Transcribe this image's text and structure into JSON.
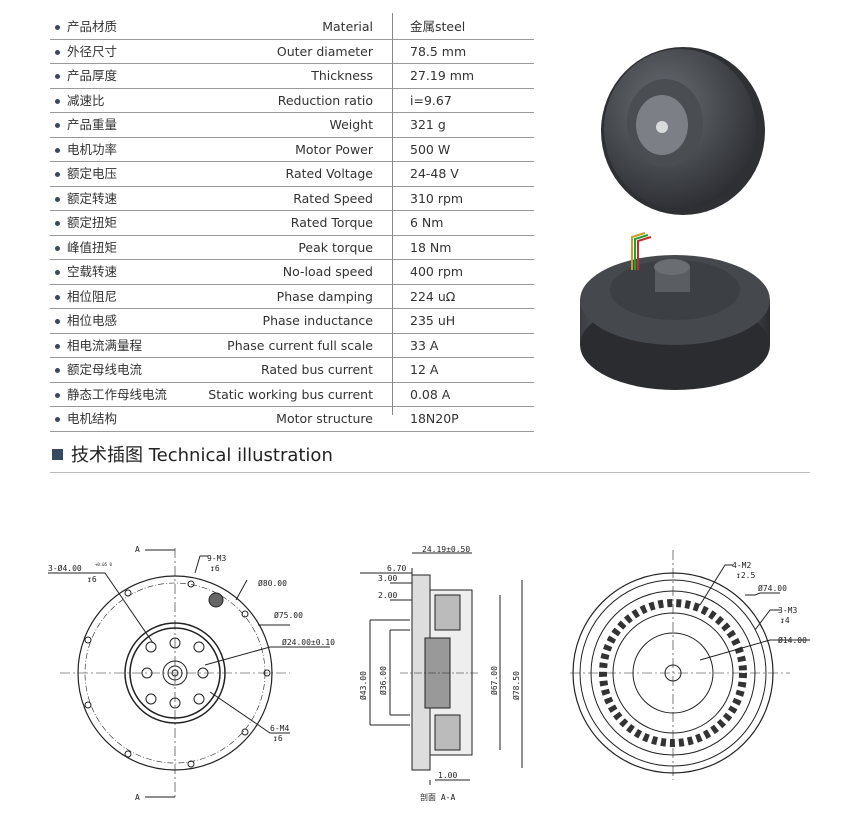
{
  "specs": [
    {
      "cn": "产品材质",
      "en": "Material",
      "value": "金属steel"
    },
    {
      "cn": "外径尺寸",
      "en": "Outer diameter",
      "value": "78.5 mm"
    },
    {
      "cn": "产品厚度",
      "en": "Thickness",
      "value": "27.19 mm"
    },
    {
      "cn": "减速比",
      "en": "Reduction ratio",
      "value": "i=9.67"
    },
    {
      "cn": "产品重量",
      "en": "Weight",
      "value": "321 g"
    },
    {
      "cn": "电机功率",
      "en": "Motor Power",
      "value": "500 W"
    },
    {
      "cn": "额定电压",
      "en": "Rated Voltage",
      "value": "24-48 V"
    },
    {
      "cn": "额定转速",
      "en": "Rated Speed",
      "value": "310 rpm"
    },
    {
      "cn": "额定扭矩",
      "en": "Rated Torque",
      "value": "6 Nm"
    },
    {
      "cn": "峰值扭矩",
      "en": "Peak torque",
      "value": "18 Nm"
    },
    {
      "cn": "空载转速",
      "en": "No-load speed",
      "value": "400 rpm"
    },
    {
      "cn": "相位阻尼",
      "en": "Phase damping",
      "value": "224 uΩ"
    },
    {
      "cn": "相位电感",
      "en": "Phase inductance",
      "value": "235 uH"
    },
    {
      "cn": "相电流满量程",
      "en": "Phase current full scale",
      "value": "33 A"
    },
    {
      "cn": "额定母线电流",
      "en": "Rated bus current",
      "value": "12 A"
    },
    {
      "cn": "静态工作母线电流",
      "en": "Static working bus current",
      "value": "0.08 A"
    },
    {
      "cn": "电机结构",
      "en": "Motor structure",
      "value": "18N20P"
    }
  ],
  "section_title": "技术插图 Technical illustration",
  "drawings": {
    "front": {
      "section_mark": "A",
      "hole1": "3-Ø4.00",
      "hole1_tol": "+0.05 0",
      "hole1_depth": "↧6",
      "hole2": "9-M3",
      "hole2_depth": "↧6",
      "d1": "Ø80.00",
      "d2": "Ø75.00",
      "d3": "Ø24.00±0.10",
      "hole3": "6-M4",
      "hole3_depth": "↧6"
    },
    "section": {
      "w": "24.19±0.50",
      "a": "6.70",
      "b": "3.00",
      "c": "2.00",
      "d1": "Ø43.00",
      "d2": "Ø36.00",
      "d3": "Ø67.00",
      "d4": "Ø78.50",
      "e": "1.00",
      "caption": "剖面 A-A"
    },
    "back": {
      "hole1": "4-M2",
      "hole1_depth": "↧2.5",
      "d1": "Ø74.00",
      "hole2": "3-M3",
      "hole2_depth": "↧4",
      "d2": "Ø14.00"
    }
  },
  "colors": {
    "accent": "#3a4a5e",
    "motor": "#3c3f44"
  }
}
